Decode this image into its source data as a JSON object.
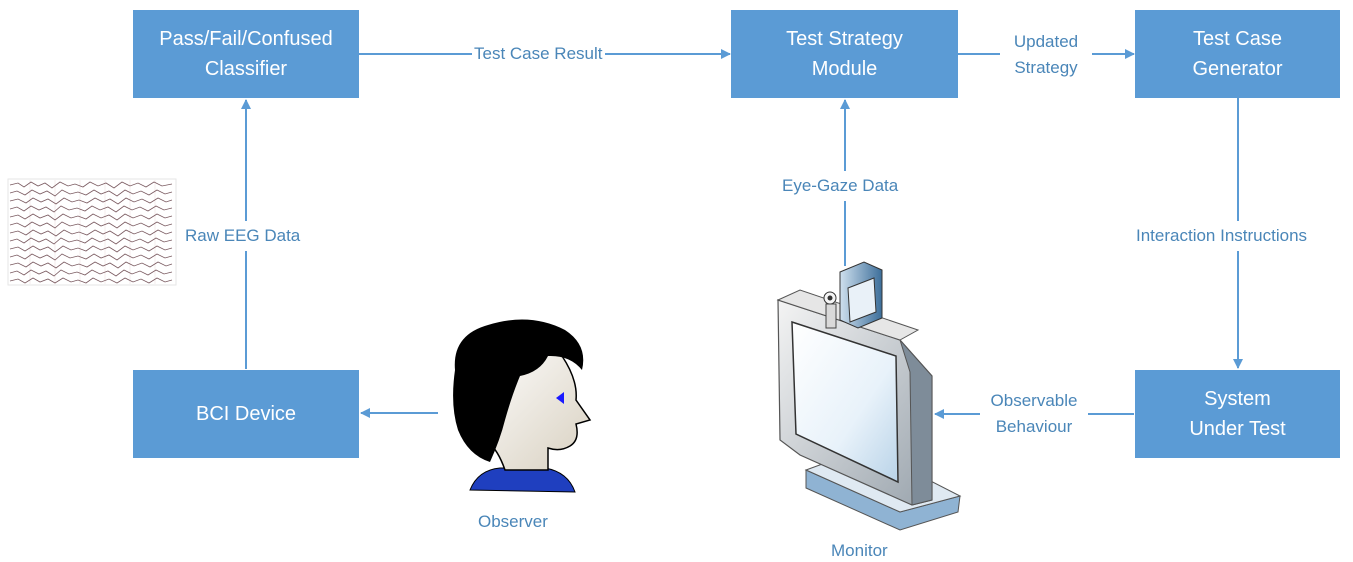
{
  "boxes": {
    "classifier": {
      "line1": "Pass/Fail/Confused",
      "line2": "Classifier"
    },
    "strategy": {
      "line1": "Test Strategy",
      "line2": "Module"
    },
    "generator": {
      "line1": "Test Case",
      "line2": "Generator"
    },
    "bci": {
      "line1": "BCI Device"
    },
    "sut": {
      "line1": "System",
      "line2": "Under Test"
    }
  },
  "edges": {
    "test_case_result": "Test Case Result",
    "updated_strategy": {
      "line1": "Updated",
      "line2": "Strategy"
    },
    "raw_eeg": "Raw EEG Data",
    "eye_gaze": "Eye-Gaze Data",
    "interaction": "Interaction Instructions",
    "observable": {
      "line1": "Observable",
      "line2": "Behaviour"
    }
  },
  "captions": {
    "observer": "Observer",
    "monitor": "Monitor"
  },
  "colors": {
    "box_fill": "#5b9bd5",
    "arrow": "#5b9bd5",
    "label_text": "#4a86b8",
    "hair": "#000000",
    "shirt": "#1f3fbf",
    "eye": "#1a1aff"
  },
  "icons": [
    "eeg-signal-icon",
    "observer-head-icon",
    "monitor-eye-tracker-icon"
  ]
}
